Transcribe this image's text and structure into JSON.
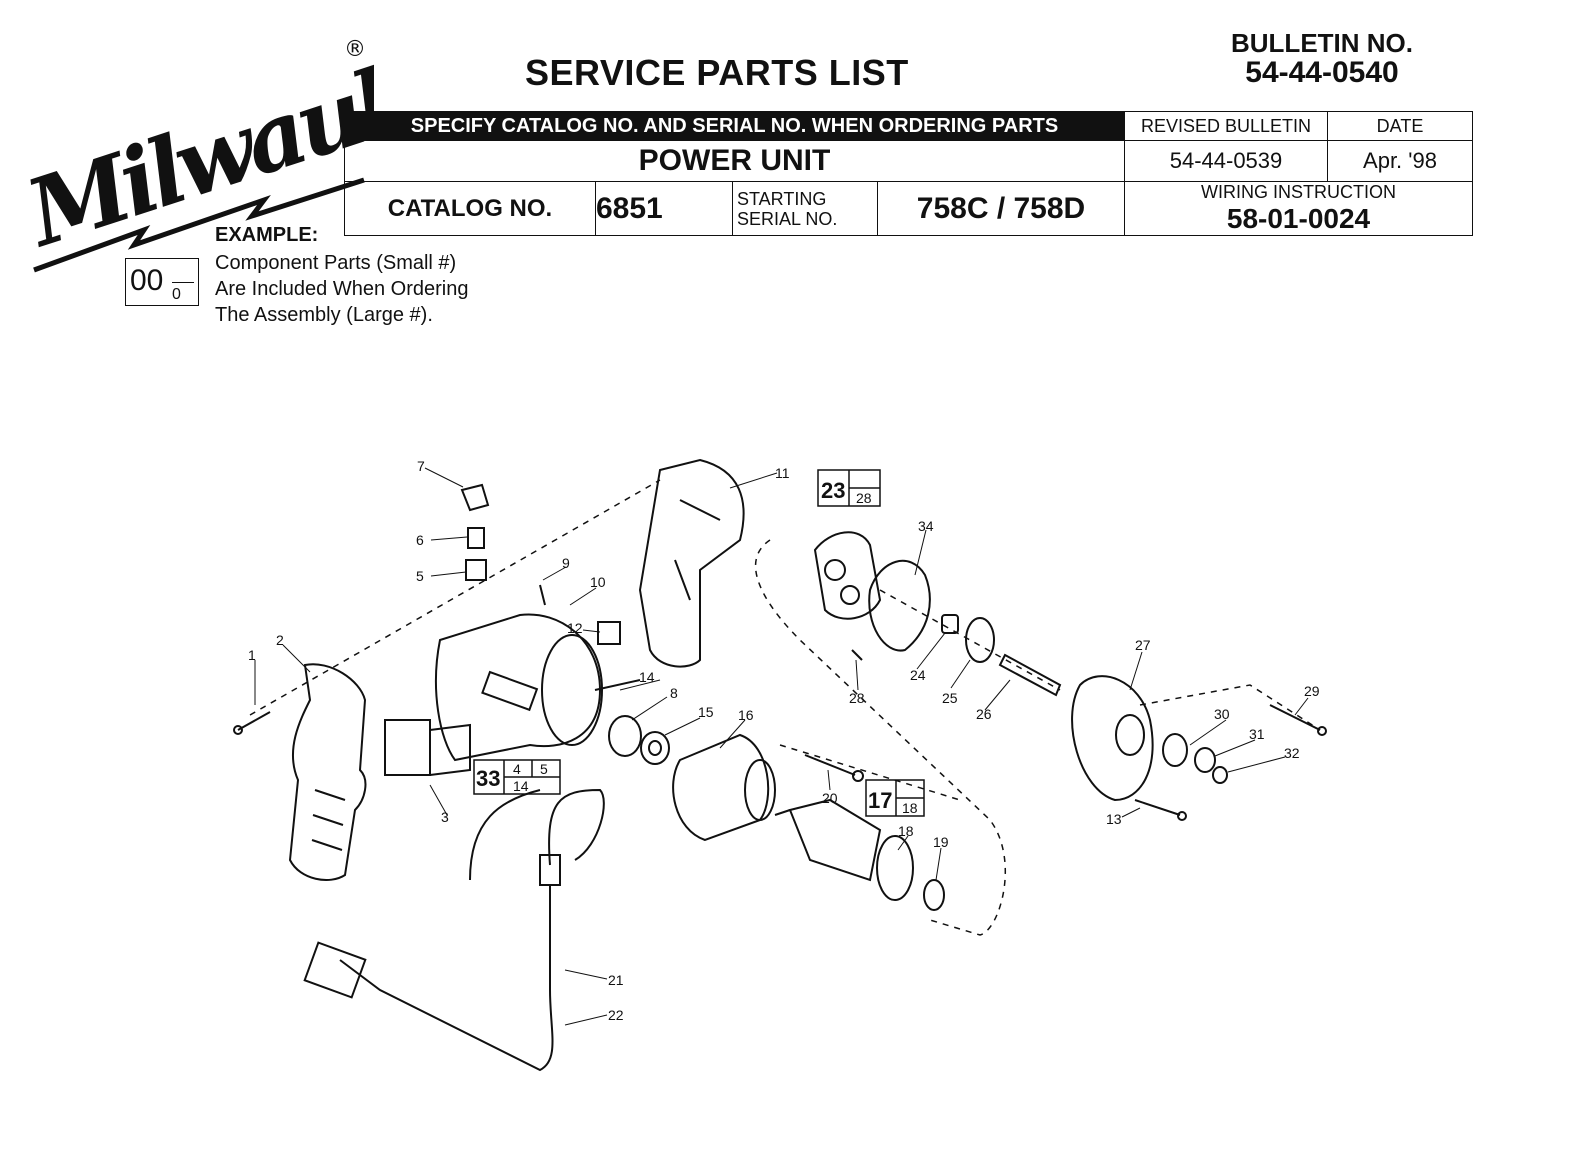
{
  "brand": {
    "logo_text": "Milwaukee",
    "registered_mark": "®"
  },
  "header": {
    "title": "SERVICE PARTS LIST",
    "bulletin_label": "BULLETIN NO.",
    "bulletin_number": "54-44-0540",
    "banner": "SPECIFY CATALOG NO. AND SERIAL NO. WHEN ORDERING PARTS",
    "unit_name": "POWER UNIT",
    "revised_bulletin_label": "REVISED BULLETIN",
    "revised_bulletin_value": "54-44-0539",
    "date_label": "DATE",
    "date_value": "Apr. '98",
    "wiring_label": "WIRING INSTRUCTION",
    "wiring_value": "58-01-0024",
    "catalog_label": "CATALOG NO.",
    "catalog_value": "6851",
    "serial_label_1": "STARTING",
    "serial_label_2": "SERIAL NO.",
    "serial_value": "758C / 758D"
  },
  "example": {
    "heading": "EXAMPLE:",
    "big_number": "00",
    "small_number": "0",
    "lines": [
      "Component Parts (Small #)",
      "Are Included When Ordering",
      "The Assembly (Large #)."
    ]
  },
  "callouts": [
    "1",
    "2",
    "3",
    "5",
    "6",
    "7",
    "8",
    "9",
    "10",
    "11",
    "12",
    "13",
    "14",
    "15",
    "16",
    "18",
    "19",
    "20",
    "21",
    "22",
    "24",
    "25",
    "26",
    "27",
    "28",
    "29",
    "30",
    "31",
    "32",
    "34"
  ],
  "assemblies": [
    {
      "big": "23",
      "small": [
        "28"
      ]
    },
    {
      "big": "33",
      "small": [
        "4",
        "5",
        "14"
      ]
    },
    {
      "big": "17",
      "small": [
        "18"
      ]
    }
  ]
}
